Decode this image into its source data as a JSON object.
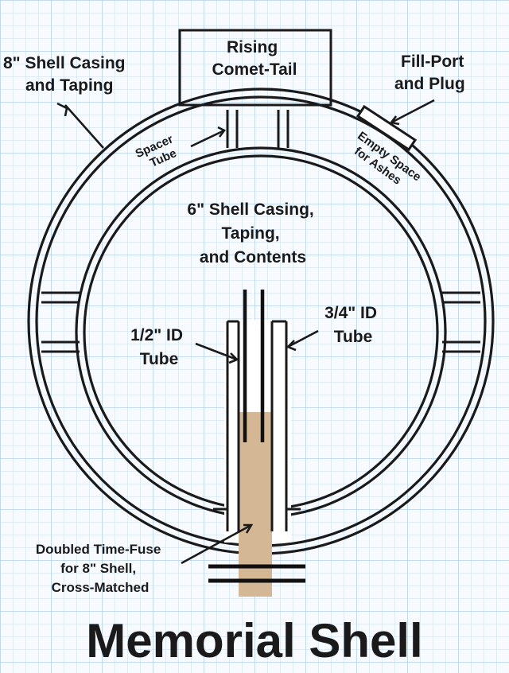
{
  "title": "Memorial Shell",
  "labels": {
    "outer_casing": [
      "8\" Shell Casing",
      "and Taping"
    ],
    "comet_tail": [
      "Rising",
      "Comet-Tail"
    ],
    "fill_port": [
      "Fill-Port",
      "and Plug"
    ],
    "spacer_tube": [
      "Spacer",
      "Tube"
    ],
    "empty_space": [
      "Empty Space",
      "for Ashes"
    ],
    "inner_casing": [
      "6\" Shell Casing,",
      "Taping,",
      "and Contents"
    ],
    "half_inch_tube": [
      "1/2\" ID",
      "Tube"
    ],
    "three_quarter_tube": [
      "3/4\" ID",
      "Tube"
    ],
    "time_fuse": [
      "Doubled Time-Fuse",
      "for 8\" Shell,",
      "Cross-Matched"
    ]
  },
  "colors": {
    "grid": "#b9d3ea",
    "line": "#1a1a1a",
    "fuse": "#d4b896"
  }
}
